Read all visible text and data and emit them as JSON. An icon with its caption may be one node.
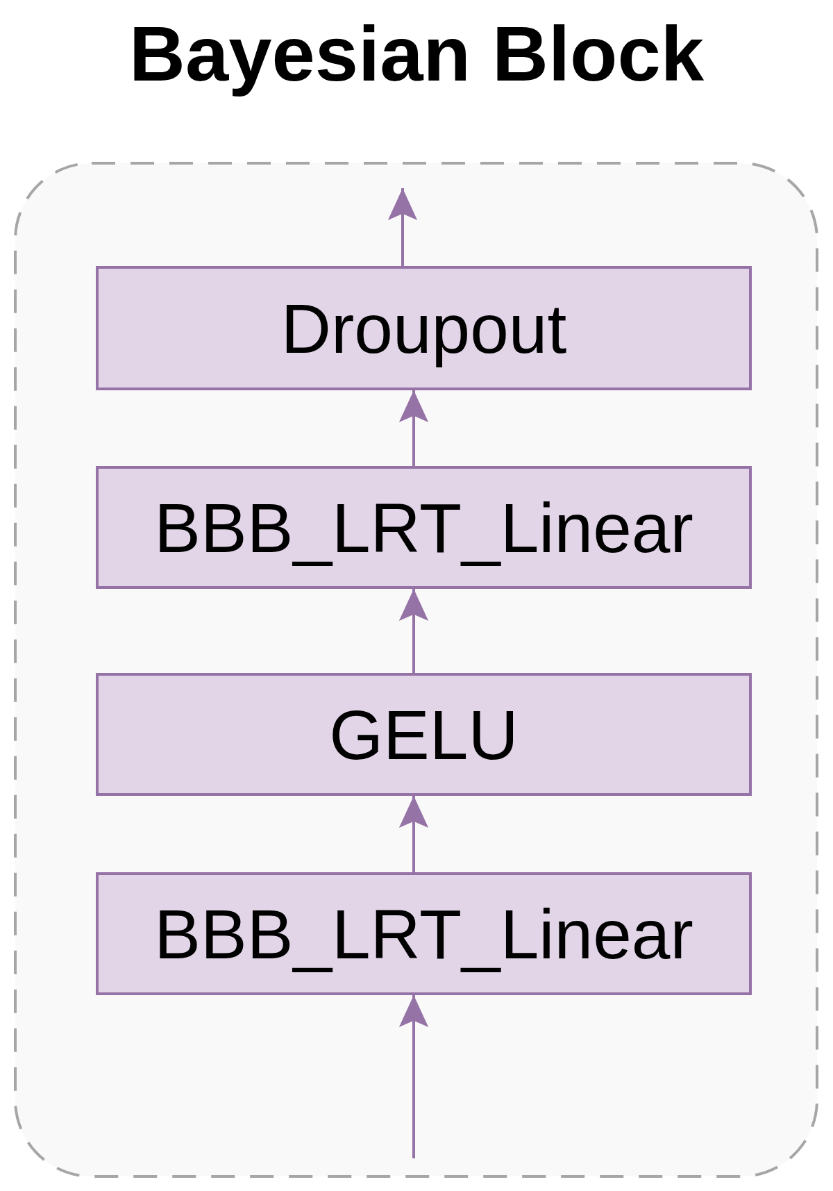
{
  "diagram": {
    "title": "Bayesian Block",
    "nodes": [
      {
        "text": [],
        "shape": "box"
      },
      {
        "text": [
          "Droupout"
        ],
        "in": 0
      },
      {
        "text": [
          "BBB_LRT_Linear"
        ],
        "in": 0
      },
      {
        "text": [
          "GELU"
        ],
        "in": 0
      },
      {
        "text": [
          "BBB_LRT_Linear"
        ],
        "in": 0
      }
    ],
    "edges": [
      {
        "from": null,
        "to": 4,
        "arrow": "to"
      },
      {
        "from": 4,
        "to": 3,
        "arrow": "to"
      },
      {
        "from": 3,
        "to": 2,
        "arrow": "to"
      },
      {
        "from": 2,
        "to": 1,
        "arrow": "to"
      },
      {
        "from": 1,
        "to": null,
        "arrow": "to"
      }
    ]
  }
}
